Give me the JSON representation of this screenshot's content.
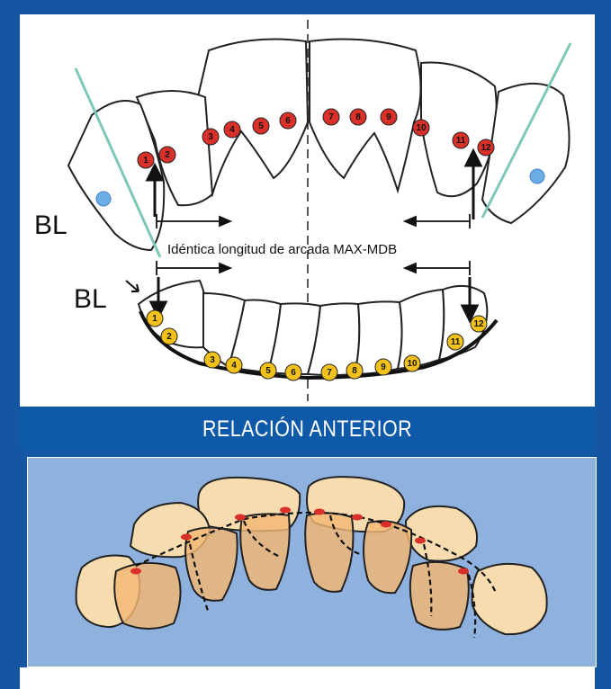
{
  "top_panel": {
    "bl_upper": "BL",
    "bl_lower": "BL",
    "arch_caption": "Idéntica longitud de arcada MAX-MDB",
    "upper_points": [
      "1",
      "2",
      "3",
      "4",
      "5",
      "6",
      "7",
      "8",
      "9",
      "10",
      "11",
      "12"
    ],
    "lower_points": [
      "1",
      "2",
      "3",
      "4",
      "5",
      "6",
      "7",
      "8",
      "9",
      "10",
      "11",
      "12"
    ]
  },
  "section": {
    "title": "RELACIÓN ANTERIOR"
  },
  "colors": {
    "frame_blue": "#1556a3",
    "upper_marker_red": "#d9302a",
    "lower_marker_yellow": "#f2c21b",
    "reference_line_teal": "#7fc7b8",
    "reference_dot_blue": "#6aaee6",
    "bottom_background": "#8fb1dd",
    "tooth_fill": "#f3c890"
  }
}
